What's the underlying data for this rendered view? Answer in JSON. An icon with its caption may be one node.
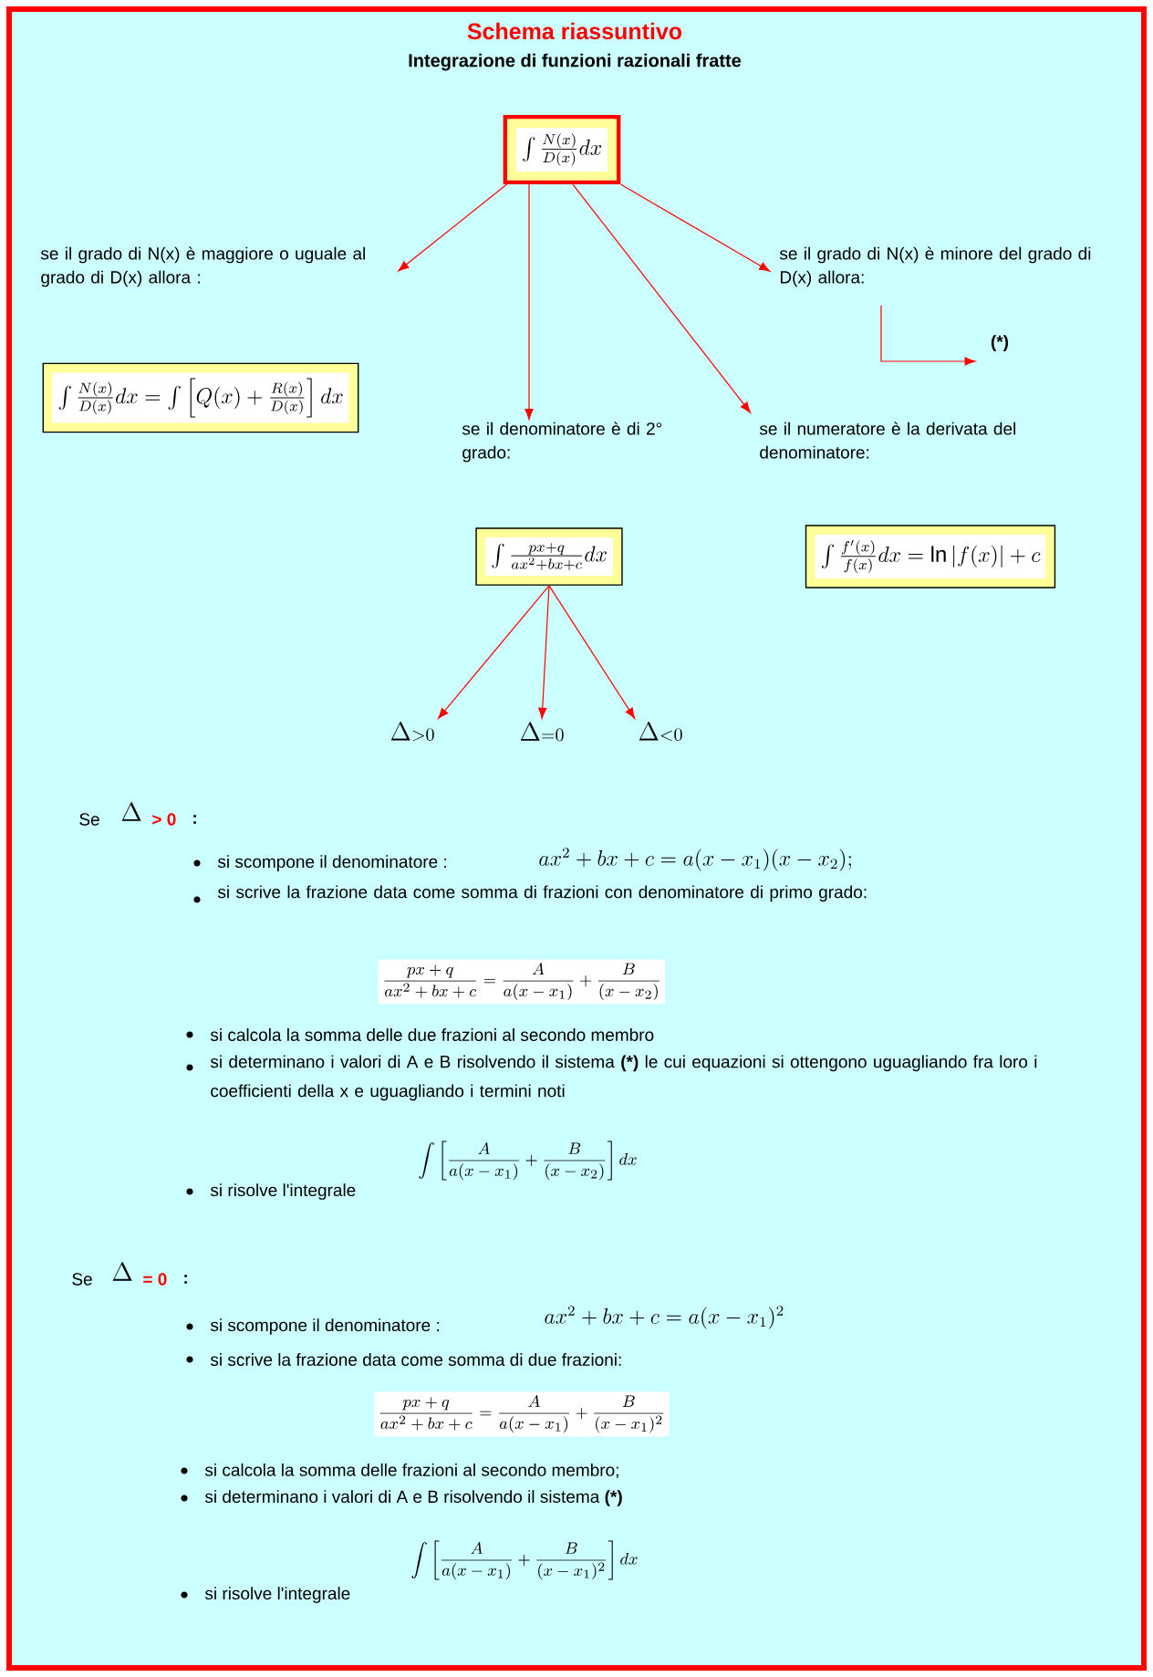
{
  "diagram": {
    "title": "Schema riassuntivo",
    "nodes": [
      {
        "text": [
          "\\int\\frac{N(x)}{D(x)}dx"
        ]
      },
      {
        "text": [
          "se il grado di N(x) è maggiore o uguale al grado di D(x) allora :"
        ]
      },
      {
        "text": [
          "\\int\\frac{N(x)}{D(x)}dx=\\int\\left[Q(x)+\\frac{R(x)}{D(x)}\\right]dx"
        ]
      },
      {
        "text": [
          "se il denominatore è di 2° grado:"
        ]
      },
      {
        "text": [
          "se il numeratore è la derivata del denominatore:"
        ]
      },
      {
        "text": [
          "se il grado di N(x) è minore del grado di D(x) allora:"
        ]
      },
      {
        "text": [
          "(*)"
        ]
      },
      {
        "text": [
          "\\int\\frac{px+q}{ax^2+bx+c}dx"
        ]
      },
      {
        "text": [
          "\\int\\frac{f'(x)}{f(x)}dx=\\ln\\left|f(x)\\right|+c"
        ]
      },
      {
        "text": [
          "\\Delta{\\scriptstyle >0}"
        ]
      },
      {
        "text": [
          "\\Delta{\\scriptstyle =0}"
        ]
      },
      {
        "text": [
          "\\Delta{\\scriptstyle <0}"
        ]
      }
    ],
    "edges": [
      {
        "from": 0,
        "to": 1,
        "arrow": "to"
      },
      {
        "from": 0,
        "to": 3,
        "arrow": "to"
      },
      {
        "from": 0,
        "to": 4,
        "arrow": "to"
      },
      {
        "from": 0,
        "to": 5,
        "arrow": "to"
      },
      {
        "from": 5,
        "to": 6,
        "arrow": "to"
      },
      {
        "from": 7,
        "to": 9,
        "arrow": "to"
      },
      {
        "from": 7,
        "to": 10,
        "arrow": "to"
      },
      {
        "from": 7,
        "to": 11,
        "arrow": "to"
      }
    ],
    "labels": [
      "Integrazione di funzioni razionali fratte",
      "Se",
      "\\Delta",
      "> 0",
      ":",
      "si scompone il denominatore :",
      "ax^2+bx+c=a(x-x_1)(x-x_2);",
      "si scrive la frazione data come somma di frazioni con denominatore di primo grado:",
      "\\frac{px+q}{ax^2+bx+c}=\\frac{A}{a(x-x_1)}+\\frac{B}{(x-x_2)}",
      "si calcola la somma delle due frazioni al secondo membro",
      "si determinano i valori di A e B risolvendo il sistema **(*)** le cui equazioni si ottengono uguagliando fra loro i coefficienti della x e uguagliando i termini noti",
      "si risolve l'integrale",
      "\\int\\left[\\frac{A}{a(x-x_1)}+\\frac{B}{(x-x_2)}\\right]dx",
      "Se",
      "\\Delta",
      "= 0",
      ":",
      "si scompone il denominatore :",
      "ax^2+bx+c=a(x-x_1)^2",
      "si scrive la frazione data come somma di due frazioni:",
      "\\frac{px+q}{ax^2+bx+c}=\\frac{A}{a(x-x_1)}+\\frac{B}{(x-x_1)^2}",
      "si calcola la somma delle frazioni al secondo membro;",
      "si determinano i valori di A e B risolvendo il sistema **(*)**",
      "si risolve l'integrale",
      "\\int\\left[\\frac{A}{a(x-x_1)}+\\frac{B}{(x-x_1)^2}\\right]dx"
    ]
  }
}
